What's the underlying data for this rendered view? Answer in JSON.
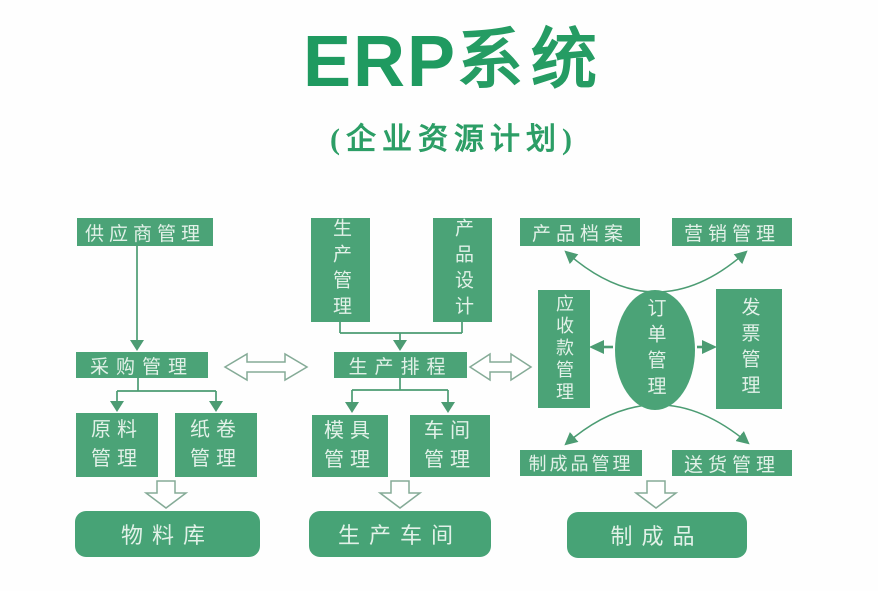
{
  "header": {
    "title_latin": "ERP",
    "title_cjk": "系统",
    "subtitle": "(企业资源计划)"
  },
  "colors": {
    "node_fill": "#4ba377",
    "node_text": "#e2f1e8",
    "title_green": "#1f9a60",
    "connector_green": "#4c9c73",
    "hollow_arrow_outline": "#85ab97"
  },
  "nodes": {
    "supplier": {
      "label": "供应商管理"
    },
    "purchasing": {
      "label": "采购管理"
    },
    "raw_material": {
      "label": "原料管理"
    },
    "paper_roll": {
      "label": "纸卷管理"
    },
    "material_warehouse": {
      "label": "物料库"
    },
    "production_mgmt": {
      "label": "生产管理"
    },
    "product_design": {
      "label": "产品设计"
    },
    "production_scheduling": {
      "label": "生产排程"
    },
    "mold_mgmt": {
      "label": "模具管理"
    },
    "workshop_mgmt": {
      "label": "车间管理"
    },
    "production_workshop": {
      "label": "生产车间"
    },
    "product_archive": {
      "label": "产品档案"
    },
    "marketing_mgmt": {
      "label": "营销管理"
    },
    "receivables_mgmt": {
      "label": "应收款管理"
    },
    "order_mgmt": {
      "label": "订单管理"
    },
    "invoice_mgmt": {
      "label": "发票管理"
    },
    "finished_goods_mgmt": {
      "label": "制成品管理"
    },
    "delivery_mgmt": {
      "label": "送货管理"
    },
    "finished_goods": {
      "label": "制成品"
    }
  },
  "edges": [
    {
      "from": "供应商管理",
      "to": "采购管理",
      "type": "arrow"
    },
    {
      "from": "采购管理",
      "to": "原料管理",
      "type": "arrow"
    },
    {
      "from": "采购管理",
      "to": "纸卷管理",
      "type": "arrow"
    },
    {
      "from": "原料管理+纸卷管理",
      "to": "物料库",
      "type": "block-arrow"
    },
    {
      "from": "生产管理",
      "to": "生产排程",
      "type": "arrow"
    },
    {
      "from": "产品设计",
      "to": "生产排程",
      "type": "arrow"
    },
    {
      "from": "生产排程",
      "to": "模具管理",
      "type": "arrow"
    },
    {
      "from": "生产排程",
      "to": "车间管理",
      "type": "arrow"
    },
    {
      "from": "模具管理+车间管理",
      "to": "生产车间",
      "type": "block-arrow"
    },
    {
      "from": "采购管理",
      "to": "生产排程",
      "type": "double-arrow"
    },
    {
      "from": "生产排程",
      "to": "应收款管理",
      "type": "double-arrow"
    },
    {
      "from": "订单管理",
      "to": "产品档案",
      "type": "curved-arrow"
    },
    {
      "from": "订单管理",
      "to": "营销管理",
      "type": "curved-arrow"
    },
    {
      "from": "订单管理",
      "to": "应收款管理",
      "type": "arrow"
    },
    {
      "from": "订单管理",
      "to": "发票管理",
      "type": "arrow"
    },
    {
      "from": "订单管理",
      "to": "制成品管理",
      "type": "curved-arrow"
    },
    {
      "from": "订单管理",
      "to": "送货管理",
      "type": "curved-arrow"
    },
    {
      "from": "制成品管理+送货管理",
      "to": "制成品",
      "type": "block-arrow"
    }
  ]
}
